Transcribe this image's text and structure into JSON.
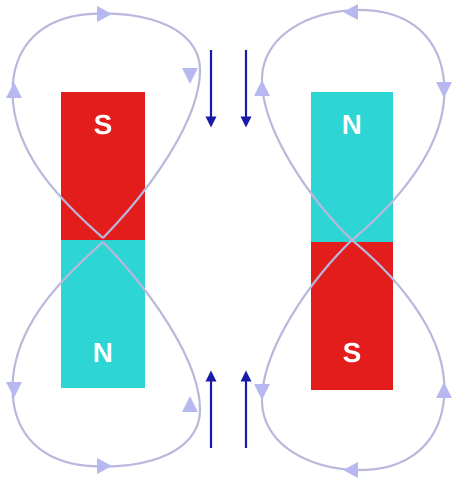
{
  "colors": {
    "south_pole": "#e31c1c",
    "north_pole": "#2ed5d5",
    "field_line": "#b8b8dc",
    "field_arrow": "#b8b8f0",
    "force_arrow": "#1a1aa8",
    "label": "#ffffff",
    "background": "#ffffff"
  },
  "magnets": {
    "left": {
      "top_pole": {
        "label": "S"
      },
      "bottom_pole": {
        "label": "N"
      }
    },
    "right": {
      "top_pole": {
        "label": "N"
      },
      "bottom_pole": {
        "label": "S"
      }
    }
  },
  "icons": {
    "field_arrow": "triangle-arrowhead-icon",
    "force_arrow": "straight-arrow-icon"
  }
}
